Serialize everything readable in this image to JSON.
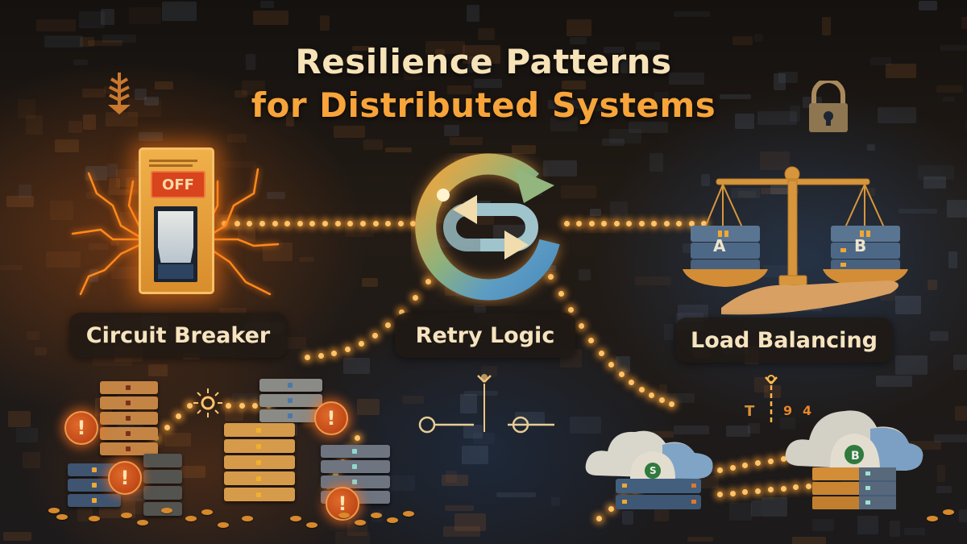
{
  "title": {
    "line1": "Resilience Patterns",
    "line2": "for Distributed Systems"
  },
  "colors": {
    "title_line1": "#f7e3b8",
    "title_line2": "#f7a43a",
    "accent_orange": "#f59a2e",
    "alert_red": "#c8461a",
    "server_blue": "#3f5a78",
    "label_bg": "#1e1814"
  },
  "patterns": [
    {
      "id": "circuit-breaker",
      "label": "Circuit Breaker",
      "icon": "circuit-breaker-switch-icon",
      "switch_state": "OFF"
    },
    {
      "id": "retry-logic",
      "label": "Retry Logic",
      "icon": "retry-cycle-arrows-icon"
    },
    {
      "id": "load-balancing",
      "label": "Load Balancing",
      "icon": "balance-scale-icon",
      "pans": [
        "A",
        "B"
      ]
    }
  ],
  "bottom": {
    "alert_glyph": "!",
    "cloud_badges": [
      "S",
      "B"
    ],
    "text_glyphs": [
      "T",
      "9",
      "4"
    ]
  }
}
